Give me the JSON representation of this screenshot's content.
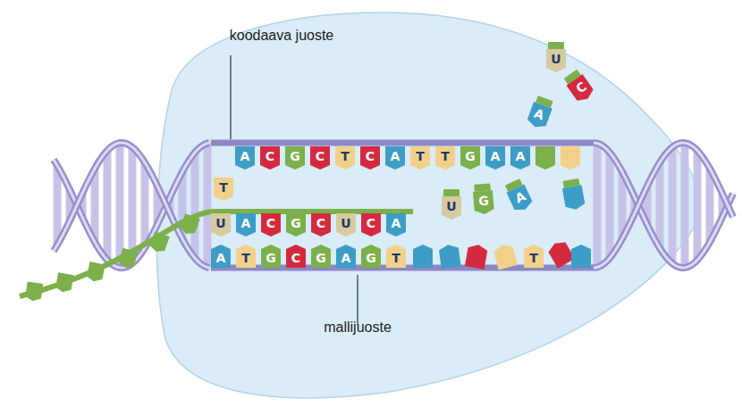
{
  "diagram": {
    "labels": [
      "koodaava juoste",
      "T",
      "A",
      "C",
      "G",
      "C",
      "T",
      "C",
      "A",
      "T",
      "T",
      "G",
      "A",
      "A",
      "U",
      "C",
      "A",
      "U",
      "G",
      "A",
      "U",
      "A",
      "C",
      "G",
      "C",
      "U",
      "C",
      "A",
      "A",
      "T",
      "G",
      "C",
      "G",
      "A",
      "G",
      "T",
      "T",
      "mallijuoste"
    ]
  }
}
